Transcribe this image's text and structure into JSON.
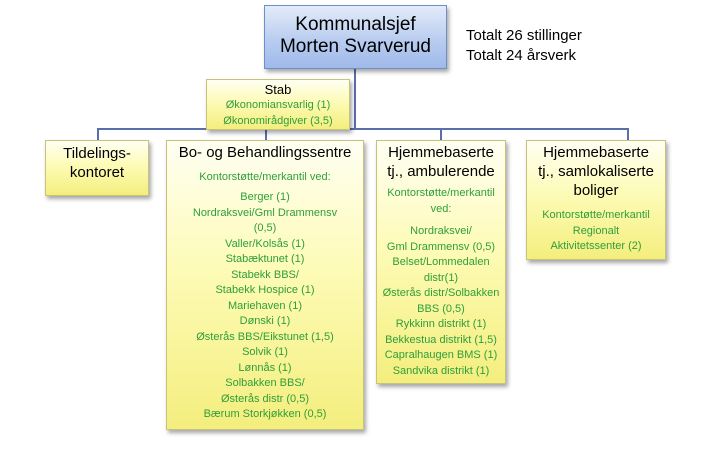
{
  "top": {
    "line1": "Kommunalsjef",
    "line2": "Morten Svarverud"
  },
  "stats": {
    "line1": "Totalt 26 stillinger",
    "line2": "Totalt 24 årsverk"
  },
  "stab": {
    "title": "Stab",
    "items": [
      "Økonomiansvarlig (1)",
      "Økonomirådgiver (3,5)"
    ]
  },
  "units": [
    {
      "title": [
        "Tildelings-",
        "kontoret"
      ],
      "items": []
    },
    {
      "title": [
        "Bo- og Behandlingssentre"
      ],
      "items": [
        "Kontorstøtte/merkantil ved:",
        "Berger (1)",
        "Nordraksvei/Gml Drammensv",
        "(0,5)",
        "Valler/Kolsås (1)",
        "Stabæktunet (1)",
        "Stabekk BBS/",
        "Stabekk Hospice (1)",
        "Mariehaven (1)",
        "Dønski (1)",
        "Østerås BBS/Eikstunet (1,5)",
        "Solvik (1)",
        "Lønnås (1)",
        "Solbakken BBS/",
        "Østerås distr (0,5)",
        "Bærum Storkjøkken (0,5)"
      ]
    },
    {
      "title": [
        "Hjemmebaserte",
        "tj., ambulerende"
      ],
      "items": [
        "Kontorstøtte/merkantil",
        "ved:",
        "Nordraksvei/",
        "Gml Drammensv (0,5)",
        "Belset/Lommedalen",
        "distr(1)",
        "Østerås distr/Solbakken",
        "BBS (0,5)",
        "Rykkinn distrikt (1)",
        "Bekkestua distrikt (1,5)",
        "Capralhaugen BMS (1)",
        "Sandvika distrikt (1)"
      ]
    },
    {
      "title": [
        "Hjemmebaserte",
        "tj., samlokaliserte",
        "boliger"
      ],
      "items": [
        "Kontorstøtte/merkantil",
        "Regionalt",
        "Aktivitetssenter (2)"
      ]
    }
  ]
}
